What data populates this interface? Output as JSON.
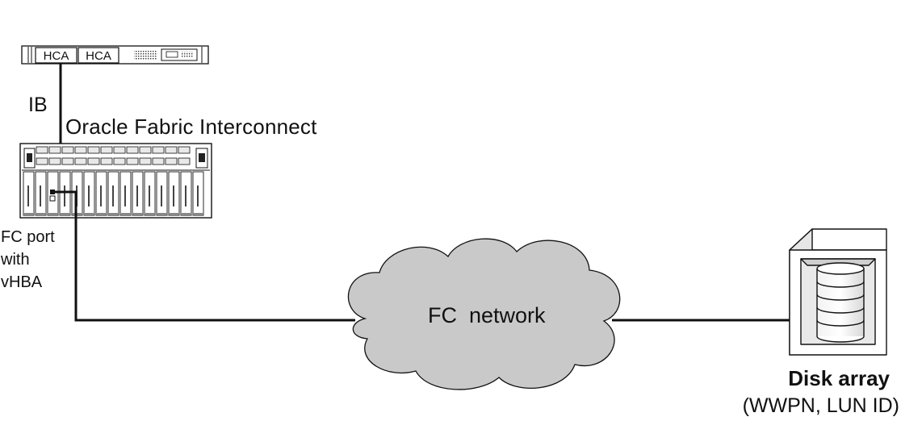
{
  "server": {
    "hca_labels": [
      "HCA",
      "HCA"
    ]
  },
  "link": {
    "ib_label": "IB"
  },
  "interconnect": {
    "title": "Oracle Fabric Interconnect"
  },
  "fc_port": {
    "lines": [
      "FC port",
      "with",
      "vHBA"
    ]
  },
  "network": {
    "label": "FC  network"
  },
  "disk_array": {
    "title": "Disk array",
    "subtitle": "(WWPN, LUN ID)"
  },
  "colors": {
    "cloud_fill": "#c9c9c9",
    "stroke": "#111111",
    "background": "#ffffff"
  }
}
